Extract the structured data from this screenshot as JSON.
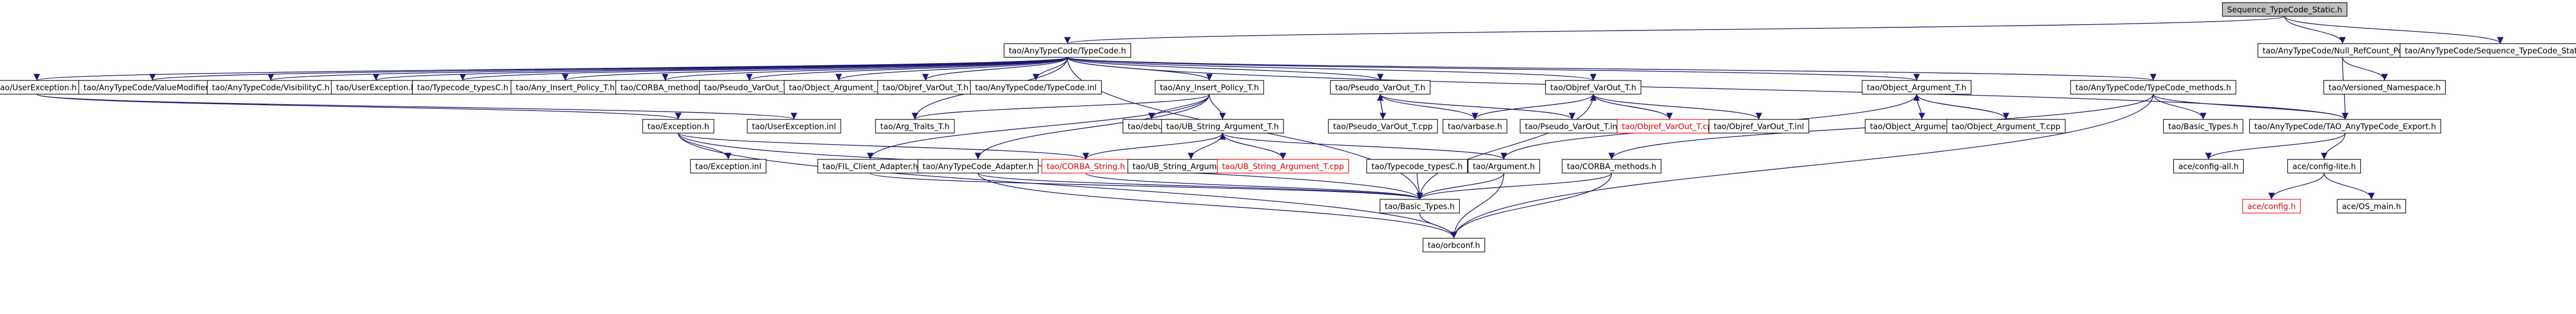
{
  "nodes": [
    {
      "id": "root",
      "label": "Sequence_TypeCode_Static.h",
      "root": true
    },
    {
      "id": "anytc",
      "label": "tao/AnyTypeCode/TypeCode.h"
    },
    {
      "id": "null_refcount",
      "label": "tao/AnyTypeCode/Null_RefCount_Policy.h"
    },
    {
      "id": "seq_tc_static_inl",
      "label": "tao/AnyTypeCode/Sequence_TypeCode_Static.inl"
    },
    {
      "id": "userexc_h",
      "label": "tao/UserException.h"
    },
    {
      "id": "valuemodifier",
      "label": "tao/AnyTypeCode/ValueModifierC.h"
    },
    {
      "id": "visibility",
      "label": "tao/AnyTypeCode/VisibilityC.h"
    },
    {
      "id": "userexc2",
      "label": "tao/UserException.h"
    },
    {
      "id": "typecode_typesc",
      "label": "tao/Typecode_typesC.h"
    },
    {
      "id": "any_insert_policy",
      "label": "tao/Any_Insert_Policy_T.h"
    },
    {
      "id": "corba_methods",
      "label": "tao/CORBA_methods.h"
    },
    {
      "id": "pseudo_var_h",
      "label": "tao/Pseudo_VarOut_T.h"
    },
    {
      "id": "object_arg_h",
      "label": "tao/Object_Argument_T.h"
    },
    {
      "id": "objref_var_h",
      "label": "tao/Objref_VarOut_T.h"
    },
    {
      "id": "tc_inl",
      "label": "tao/AnyTypeCode/TypeCode.inl"
    },
    {
      "id": "any_insert_policy2",
      "label": "tao/Any_Insert_Policy_T.h"
    },
    {
      "id": "pseudo_var2",
      "label": "tao/Pseudo_VarOut_T.h"
    },
    {
      "id": "objref_var2",
      "label": "tao/Objref_VarOut_T.h"
    },
    {
      "id": "object_arg2",
      "label": "tao/Object_Argument_T.h"
    },
    {
      "id": "tc_methods",
      "label": "tao/AnyTypeCode/TypeCode_methods.h"
    },
    {
      "id": "versioned_ns",
      "label": "tao/Versioned_Namespace.h"
    },
    {
      "id": "exception_h",
      "label": "tao/Exception.h"
    },
    {
      "id": "userexc_inl",
      "label": "tao/UserException.inl"
    },
    {
      "id": "arg_traits",
      "label": "tao/Arg_Traits_T.h"
    },
    {
      "id": "debug_h",
      "label": "tao/debug.h"
    },
    {
      "id": "ulb_string",
      "label": "tao/UB_String_Argument_T.h"
    },
    {
      "id": "pseudo_var_cpp",
      "label": "tao/Pseudo_VarOut_T.cpp"
    },
    {
      "id": "varbase",
      "label": "tao/varbase.h"
    },
    {
      "id": "pseudo_var_inl",
      "label": "tao/Pseudo_VarOut_T.inl"
    },
    {
      "id": "objref_cpp",
      "label": "tao/Objref_VarOut_T.cpp",
      "missing": true
    },
    {
      "id": "objref_inl",
      "label": "tao/Objref_VarOut_T.inl"
    },
    {
      "id": "obj_arg_inl",
      "label": "tao/Object_Argument_T.inl"
    },
    {
      "id": "obj_arg_cpp",
      "label": "tao/Object_Argument_T.cpp"
    },
    {
      "id": "basic_types_h",
      "label": "tao/Basic_Types.h"
    },
    {
      "id": "tao_anytypecode_export",
      "label": "tao/AnyTypeCode/TAO_AnyTypeCode_Export.h"
    },
    {
      "id": "exception_inl",
      "label": "tao/Exception.inl"
    },
    {
      "id": "fil_client",
      "label": "tao/FIL_Client_Adapter.h"
    },
    {
      "id": "anytypecode_adapter",
      "label": "tao/AnyTypeCode_Adapter.h"
    },
    {
      "id": "corba_string",
      "label": "tao/CORBA_String.h",
      "missing": true
    },
    {
      "id": "ub_string_inl",
      "label": "tao/UB_String_Argument_T.inl"
    },
    {
      "id": "ub_string_cpp",
      "label": "tao/UB_String_Argument_T.cpp",
      "missing": true
    },
    {
      "id": "typecode_typesc2",
      "label": "tao/Typecode_typesC.h"
    },
    {
      "id": "argument_h",
      "label": "tao/Argument.h"
    },
    {
      "id": "corba_methods2",
      "label": "tao/CORBA_methods.h"
    },
    {
      "id": "ace_config_all",
      "label": "ace/config-all.h"
    },
    {
      "id": "ace_config_lite",
      "label": "ace/config-lite.h"
    },
    {
      "id": "basic_types",
      "label": "tao/Basic_Types.h"
    },
    {
      "id": "ace_config_h",
      "label": "ace/config.h",
      "missing": true
    },
    {
      "id": "ace_os_main",
      "label": "ace/OS_main.h"
    },
    {
      "id": "orbconf",
      "label": "tao/orbconf.h"
    }
  ]
}
